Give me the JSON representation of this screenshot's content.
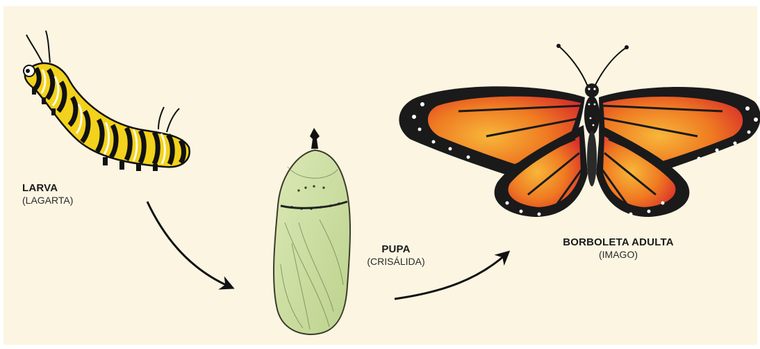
{
  "diagram": {
    "stages": [
      {
        "name": "larva",
        "title": "LARVA",
        "subtitle": "(LAGARTA)"
      },
      {
        "name": "pupa",
        "title": "PUPA",
        "subtitle": "(CRISÁLIDA)"
      },
      {
        "name": "adult",
        "title": "BORBOLETA ADULTA",
        "subtitle": "(IMAGO)"
      }
    ],
    "colors": {
      "background": "#fbf5e2",
      "caterpillar_yellow": "#f2d21c",
      "chrysalis_green": "#cfe1a8",
      "wing_orange": "#ef7a22",
      "wing_red": "#d9302a",
      "wing_black": "#1a1a1a"
    },
    "icons": [
      "caterpillar-icon",
      "chrysalis-icon",
      "butterfly-icon",
      "arrow-icon"
    ]
  }
}
